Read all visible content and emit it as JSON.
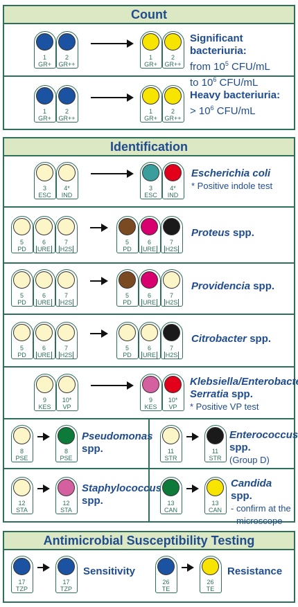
{
  "colors": {
    "blue": "#1b53a2",
    "yellow": "#f7e400",
    "pale": "#fbf5c8",
    "teal": "#3a9e9c",
    "red": "#e2001a",
    "brown": "#7a4a22",
    "magenta": "#d8006e",
    "black": "#1a1a1a",
    "pink": "#d560a0",
    "green": "#0e7a3a",
    "frame": "#2e6f5a",
    "header_bg": "#dce8c3",
    "title": "#1f4b8f"
  },
  "sections": {
    "count": "Count",
    "identification": "Identification",
    "ast": "Antimicrobial Susceptibility Testing"
  },
  "count": {
    "sig_title": "Significant bacteriuria:",
    "sig_line1_pre": "from 10",
    "sig_line1_sup": "5",
    "sig_line1_post": " CFU/mL",
    "sig_line2_pre": "to 10",
    "sig_line2_sup": "6",
    "sig_line2_post": " CFU/mL",
    "heavy_title": "Heavy bacteriuria:",
    "heavy_line_pre": "> 10",
    "heavy_line_sup": "6",
    "heavy_line_post": " CFU/mL"
  },
  "wells": {
    "w1": {
      "num": "1",
      "code": "GR+"
    },
    "w2": {
      "num": "2",
      "code": "GR++"
    },
    "w3": {
      "num": "3",
      "code": "ESC"
    },
    "w4": {
      "num": "4*",
      "code": "IND"
    },
    "w5": {
      "num": "5",
      "code": "PD"
    },
    "w6": {
      "num": "6",
      "code": "URE"
    },
    "w7": {
      "num": "7",
      "code": "H2S"
    },
    "w9": {
      "num": "9",
      "code": "KES"
    },
    "w10": {
      "num": "10*",
      "code": "VP"
    },
    "w8": {
      "num": "8",
      "code": "PSE"
    },
    "w11": {
      "num": "11",
      "code": "STR"
    },
    "w12": {
      "num": "12",
      "code": "STA"
    },
    "w13": {
      "num": "13",
      "code": "CAN"
    },
    "w17": {
      "num": "17",
      "code": "TZP"
    },
    "w26": {
      "num": "26",
      "code": "TE"
    }
  },
  "ident": {
    "ecoli": "Escherichia coli",
    "ecoli_note": "* Positive indole test",
    "proteus": "Proteus",
    "providencia": "Providencia",
    "citrobacter": "Citrobacter",
    "spp": "spp.",
    "kleb": "Klebsiella/Enterobacter",
    "serratia": "Serratia",
    "kleb_note": "* Positive VP test",
    "pseudomonas": "Pseudomonas",
    "enterococcus": "Enterococcus",
    "enterococcus_note": "(Group D)",
    "staph": "Staphylococcus",
    "candida": "Candida",
    "candida_note1": "- confirm at the",
    "candida_note2": "microscope"
  },
  "ast": {
    "sensitivity": "Sensitivity",
    "resistance": "Resistance"
  }
}
